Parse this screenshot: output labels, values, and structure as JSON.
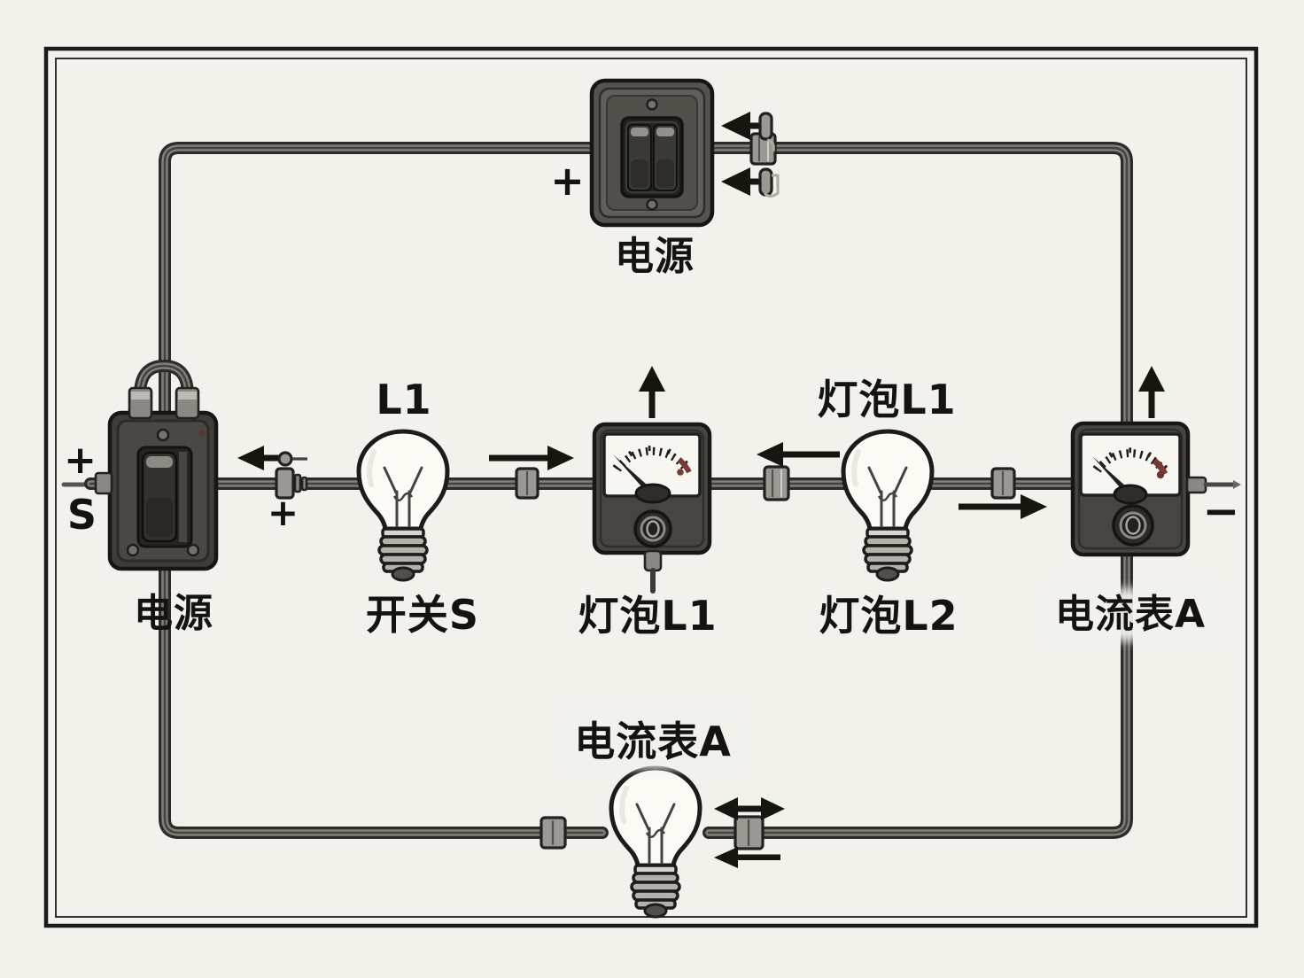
{
  "palette": {
    "paper": "#f2f1ec",
    "ink": "#1b1a18",
    "wire": "#4a4845",
    "panel_dark": "#474542",
    "metal_grey": "#9b9893",
    "meter_red": "#7a3a33"
  },
  "top_branch": {
    "switch_icon": "rocker-switch",
    "plus": "+",
    "label": "电源"
  },
  "middle_branch": {
    "battery_switch": {
      "plus": "+",
      "s": "S",
      "label": "电源",
      "terminal_plus": "+"
    },
    "bulb_1": {
      "label_above": "L1",
      "label_below": "开关S"
    },
    "ammeter_1": {
      "label_below": "灯泡L1"
    },
    "bulb_2": {
      "label_above": "灯泡L1",
      "label_below": "灯泡L2"
    },
    "ammeter_2": {
      "label_below": "电流表A",
      "minus": "−"
    }
  },
  "bottom_branch": {
    "bulb": {
      "label_above": "电流表A"
    }
  }
}
